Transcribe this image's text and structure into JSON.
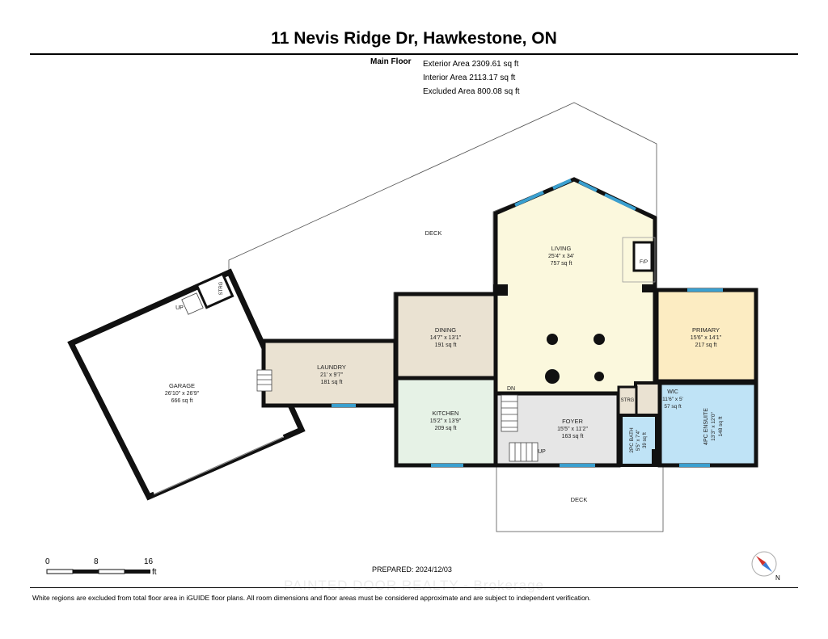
{
  "title": "11 Nevis Ridge Dr, Hawkestone, ON",
  "floor_label": "Main Floor",
  "areas": {
    "exterior": "Exterior Area 2309.61 sq ft",
    "interior": "Interior Area 2113.17 sq ft",
    "excluded": "Excluded Area 800.08 sq ft"
  },
  "rooms": {
    "garage": {
      "name": "GARAGE",
      "dims": "26'10\" x 26'9\"",
      "area": "666 sq ft"
    },
    "laundry": {
      "name": "LAUNDRY",
      "dims": "21' x 9'7\"",
      "area": "181 sq ft"
    },
    "dining": {
      "name": "DINING",
      "dims": "14'7\" x 13'1\"",
      "area": "191 sq ft"
    },
    "kitchen": {
      "name": "KITCHEN",
      "dims": "15'2\" x 13'9\"",
      "area": "209 sq ft"
    },
    "living": {
      "name": "LIVING",
      "dims": "25'4\" x 34'",
      "area": "757 sq ft"
    },
    "foyer": {
      "name": "FOYER",
      "dims": "15'5\" x 11'2\"",
      "area": "163 sq ft"
    },
    "primary": {
      "name": "PRIMARY",
      "dims": "15'6\" x 14'1\"",
      "area": "217 sq ft"
    },
    "wic": {
      "name": "WIC",
      "dims": "11'6\" x 5'",
      "area": "57 sq ft"
    },
    "ensuite": {
      "name": "4PC ENSUITE",
      "dims": "13'3\" x 12'0\"",
      "area": "148 sq ft"
    },
    "bath": {
      "name": "2PC BATH",
      "dims": "5'5\" x 7'4\"",
      "area": "39 sq ft"
    }
  },
  "labels": {
    "deck_top": "DECK",
    "deck_bottom": "DECK",
    "strg_garage": "STRG",
    "strg_foyer": "STRG",
    "up_garage": "UP",
    "up_foyer": "UP",
    "dn": "DN",
    "fp": "F/P"
  },
  "scale": {
    "t0": "0",
    "t1": "8",
    "t2": "16",
    "unit": "ft"
  },
  "compass": {
    "letter": "N"
  },
  "prepared": "PREPARED: 2024/12/03",
  "watermark": "PAINTED DOOR REALTY - Brokerage",
  "footnote": "White regions are excluded from total floor area in iGUIDE floor plans. All room dimensions and floor areas must be considered approximate and are subject to independent verification.",
  "colors": {
    "garage": "#ffffff",
    "laundry": "#eae2d2",
    "dining": "#eae2d2",
    "kitchen": "#e6f2e6",
    "living": "#fbf8dd",
    "foyer": "#e6e6e6",
    "primary": "#fcecc2",
    "wic": "#eae2d2",
    "ensuite": "#bfe3f6",
    "bath": "#bfe3f6",
    "wall": "#111111",
    "window": "#3aa0d0"
  }
}
